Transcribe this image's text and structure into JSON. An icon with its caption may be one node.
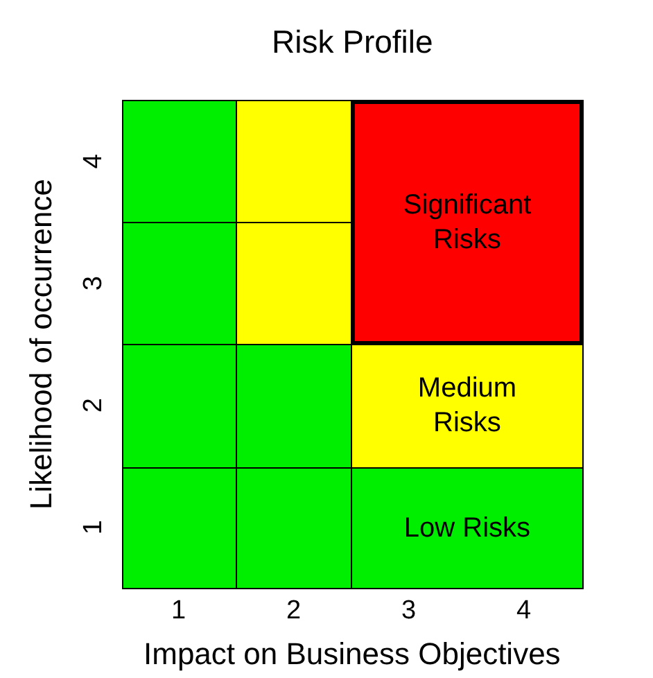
{
  "diagram": {
    "title": "Risk Profile",
    "nodes": [
      {
        "text": [],
        "shape": "box"
      },
      {
        "text": [],
        "shape": "box"
      },
      {
        "text": [
          "Significant Risks"
        ]
      },
      {
        "text": [],
        "shape": "box"
      },
      {
        "text": [],
        "shape": "box"
      },
      {
        "text": [],
        "shape": "box"
      },
      {
        "text": [],
        "shape": "box"
      },
      {
        "text": [
          "Medium Risks"
        ]
      },
      {
        "text": [],
        "shape": "box"
      },
      {
        "text": [],
        "shape": "box"
      },
      {
        "text": [
          "Low Risks"
        ]
      }
    ],
    "edges": [],
    "labels": [
      "Likelihood of occurrence",
      "4",
      "3",
      "2",
      "1",
      "1",
      "2",
      "3",
      "4",
      "Impact on Business Objectives"
    ]
  }
}
